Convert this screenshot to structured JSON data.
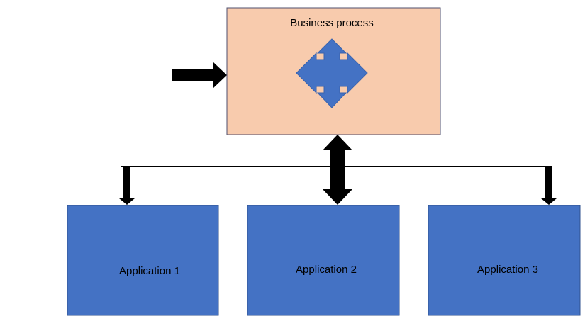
{
  "diagram": {
    "process": {
      "label": "Business process",
      "fill": "#f8cbad",
      "stroke": "#4f4f6e",
      "icon": "four-way-arrow-icon",
      "icon_color": "#4472c4"
    },
    "applications": [
      {
        "label": "Application 1"
      },
      {
        "label": "Application 2"
      },
      {
        "label": "Application 3"
      }
    ],
    "application_fill": "#4472c4",
    "application_stroke": "#2f528f",
    "arrow_color": "#000000"
  }
}
